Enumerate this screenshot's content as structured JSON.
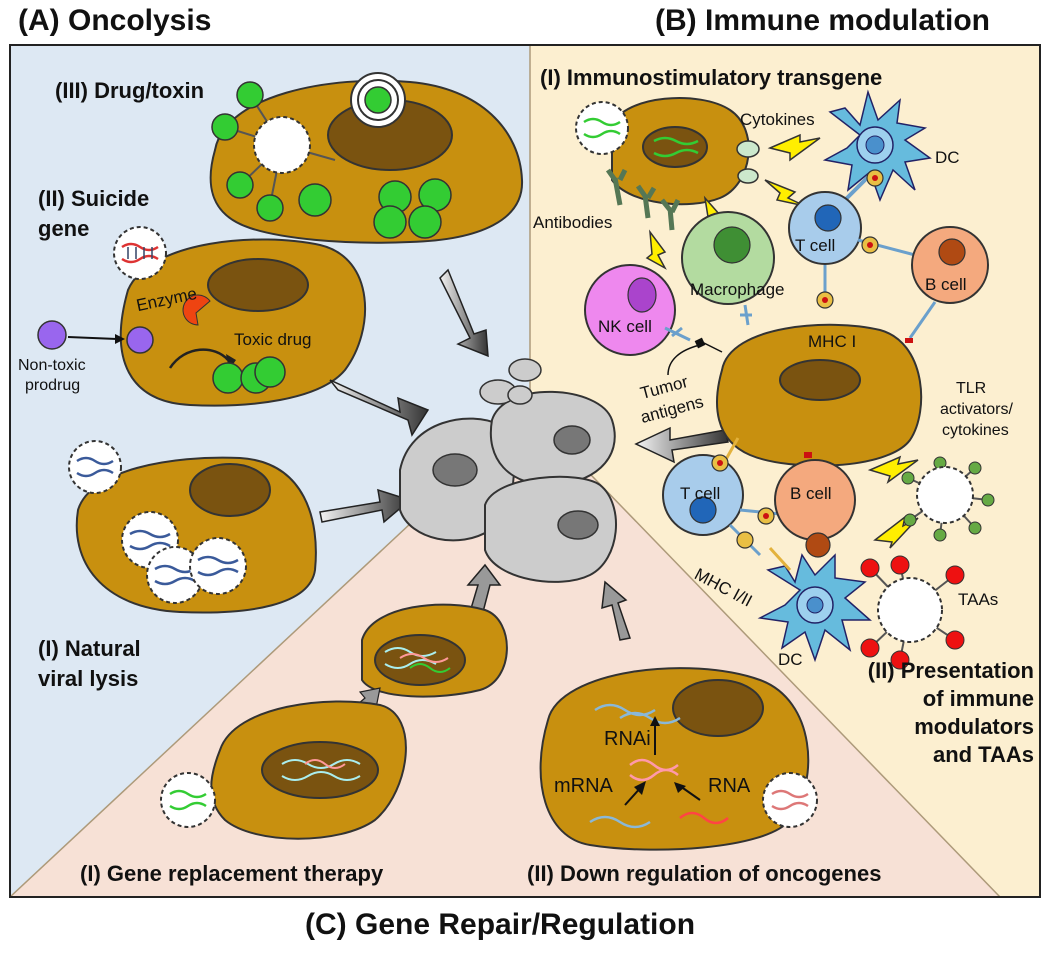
{
  "panels": {
    "A": {
      "title": "(A) Oncolysis",
      "sub_III": "(III) Drug/toxin",
      "sub_II_line1": "(II) Suicide",
      "sub_II_line2": "gene",
      "sub_I_line1": "(I) Natural",
      "sub_I_line2": "viral lysis",
      "enzyme": "Enzyme",
      "toxic_drug": "Toxic drug",
      "prodrug_line1": "Non-toxic",
      "prodrug_line2": "prodrug"
    },
    "B": {
      "title": "(B) Immune modulation",
      "sub_I": "(I) Immunostimulatory transgene",
      "sub_II_line1": "(II) Presentation",
      "sub_II_line2": "of immune",
      "sub_II_line3": "modulators",
      "sub_II_line4": "and TAAs",
      "cytokines": "Cytokines",
      "dc": "DC",
      "antibodies": "Antibodies",
      "t_cell": "T cell",
      "b_cell": "B cell",
      "macrophage": "Macrophage",
      "nk_cell": "NK cell",
      "mhc_i": "MHC I",
      "tumor_antigens_line1": "Tumor",
      "tumor_antigens_line2": "antigens",
      "tlr_line1": "TLR",
      "tlr_line2": "activators/",
      "tlr_line3": "cytokines",
      "mhc_i_ii": "MHC I/II",
      "taas": "TAAs"
    },
    "C": {
      "title": "(C) Gene Repair/Regulation",
      "sub_I": "(I) Gene replacement therapy",
      "sub_II": "(II) Down regulation of oncogenes",
      "rnai": "RNAi",
      "mrna": "mRNA",
      "rna": "RNA"
    }
  },
  "colors": {
    "panel_a_bg": "#dde8f3",
    "panel_b_bg": "#fcefd0",
    "panel_c_bg": "#f7e1d6",
    "tumor_cell": "#c8900f",
    "nucleus": "#7a5310",
    "dead_cell": "#cccccc",
    "drug_green": "#33cc33",
    "prodrug_purple": "#9966ee",
    "enzyme_red": "#ee4411",
    "t_cell": "#a8cceb",
    "b_cell": "#f4a97e",
    "macrophage": "#b3dba0",
    "nk_cell": "#ee88ee",
    "dc": "#66bbdd",
    "lightning": "#ffee00",
    "taa_red": "#ee1111",
    "tlr_green": "#66aa44"
  },
  "icons": [
    "oncolytic-virus-icon",
    "dna-icon",
    "lightning-icon",
    "arrow-icon",
    "antibody-icon",
    "receptor-icon"
  ]
}
